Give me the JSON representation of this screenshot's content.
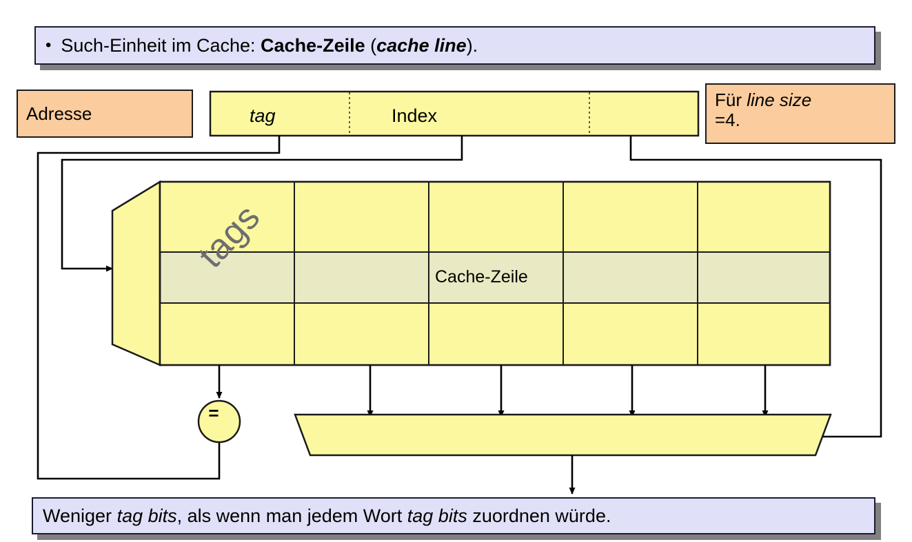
{
  "slide": {
    "top_banner": {
      "bullet": "•",
      "segments": [
        {
          "text": "Such-Einheit im Cache: ",
          "style": "normal"
        },
        {
          "text": "Cache-Zeile",
          "style": "bold"
        },
        {
          "text": " (",
          "style": "normal"
        },
        {
          "text": "cache line",
          "style": "bold-italic"
        },
        {
          "text": ").",
          "style": "normal"
        }
      ],
      "plain_text": "• Such-Einheit im Cache: Cache-Zeile (cache line)."
    },
    "bottom_banner": {
      "segments": [
        {
          "text": "Weniger ",
          "style": "normal"
        },
        {
          "text": "tag bits",
          "style": "italic"
        },
        {
          "text": ", als wenn man jedem Wort ",
          "style": "normal"
        },
        {
          "text": "tag bits",
          "style": "italic"
        },
        {
          "text": " zuordnen würde.",
          "style": "normal"
        }
      ],
      "plain_text": "Weniger tag bits, als wenn man jedem Wort tag bits zuordnen würde."
    }
  },
  "address_box": {
    "label": "Adresse"
  },
  "note_box": {
    "line1_prefix": "Für ",
    "line1_italic": "line size",
    "line2": "=4.",
    "plain_text": "Für line size =4."
  },
  "address_fields": {
    "tag_label": "tag",
    "index_label": "Index",
    "offset_label": ""
  },
  "cache_array": {
    "tags_label": "tags",
    "cache_line_label": "Cache-Zeile",
    "rows": 3,
    "data_columns": 4,
    "highlighted_row_index": 1
  },
  "comparator": {
    "label": "="
  },
  "colors": {
    "banner_fill": "#e0e0f8",
    "banner_border": "#1a1a2e",
    "banner_shadow": "#808080",
    "orange_fill": "#fbcc9d",
    "yellow_fill": "#fcf8a0",
    "yellow_highlight": "#e9e9c4",
    "line": "#000000",
    "tags_text": "#6e6e6e"
  }
}
